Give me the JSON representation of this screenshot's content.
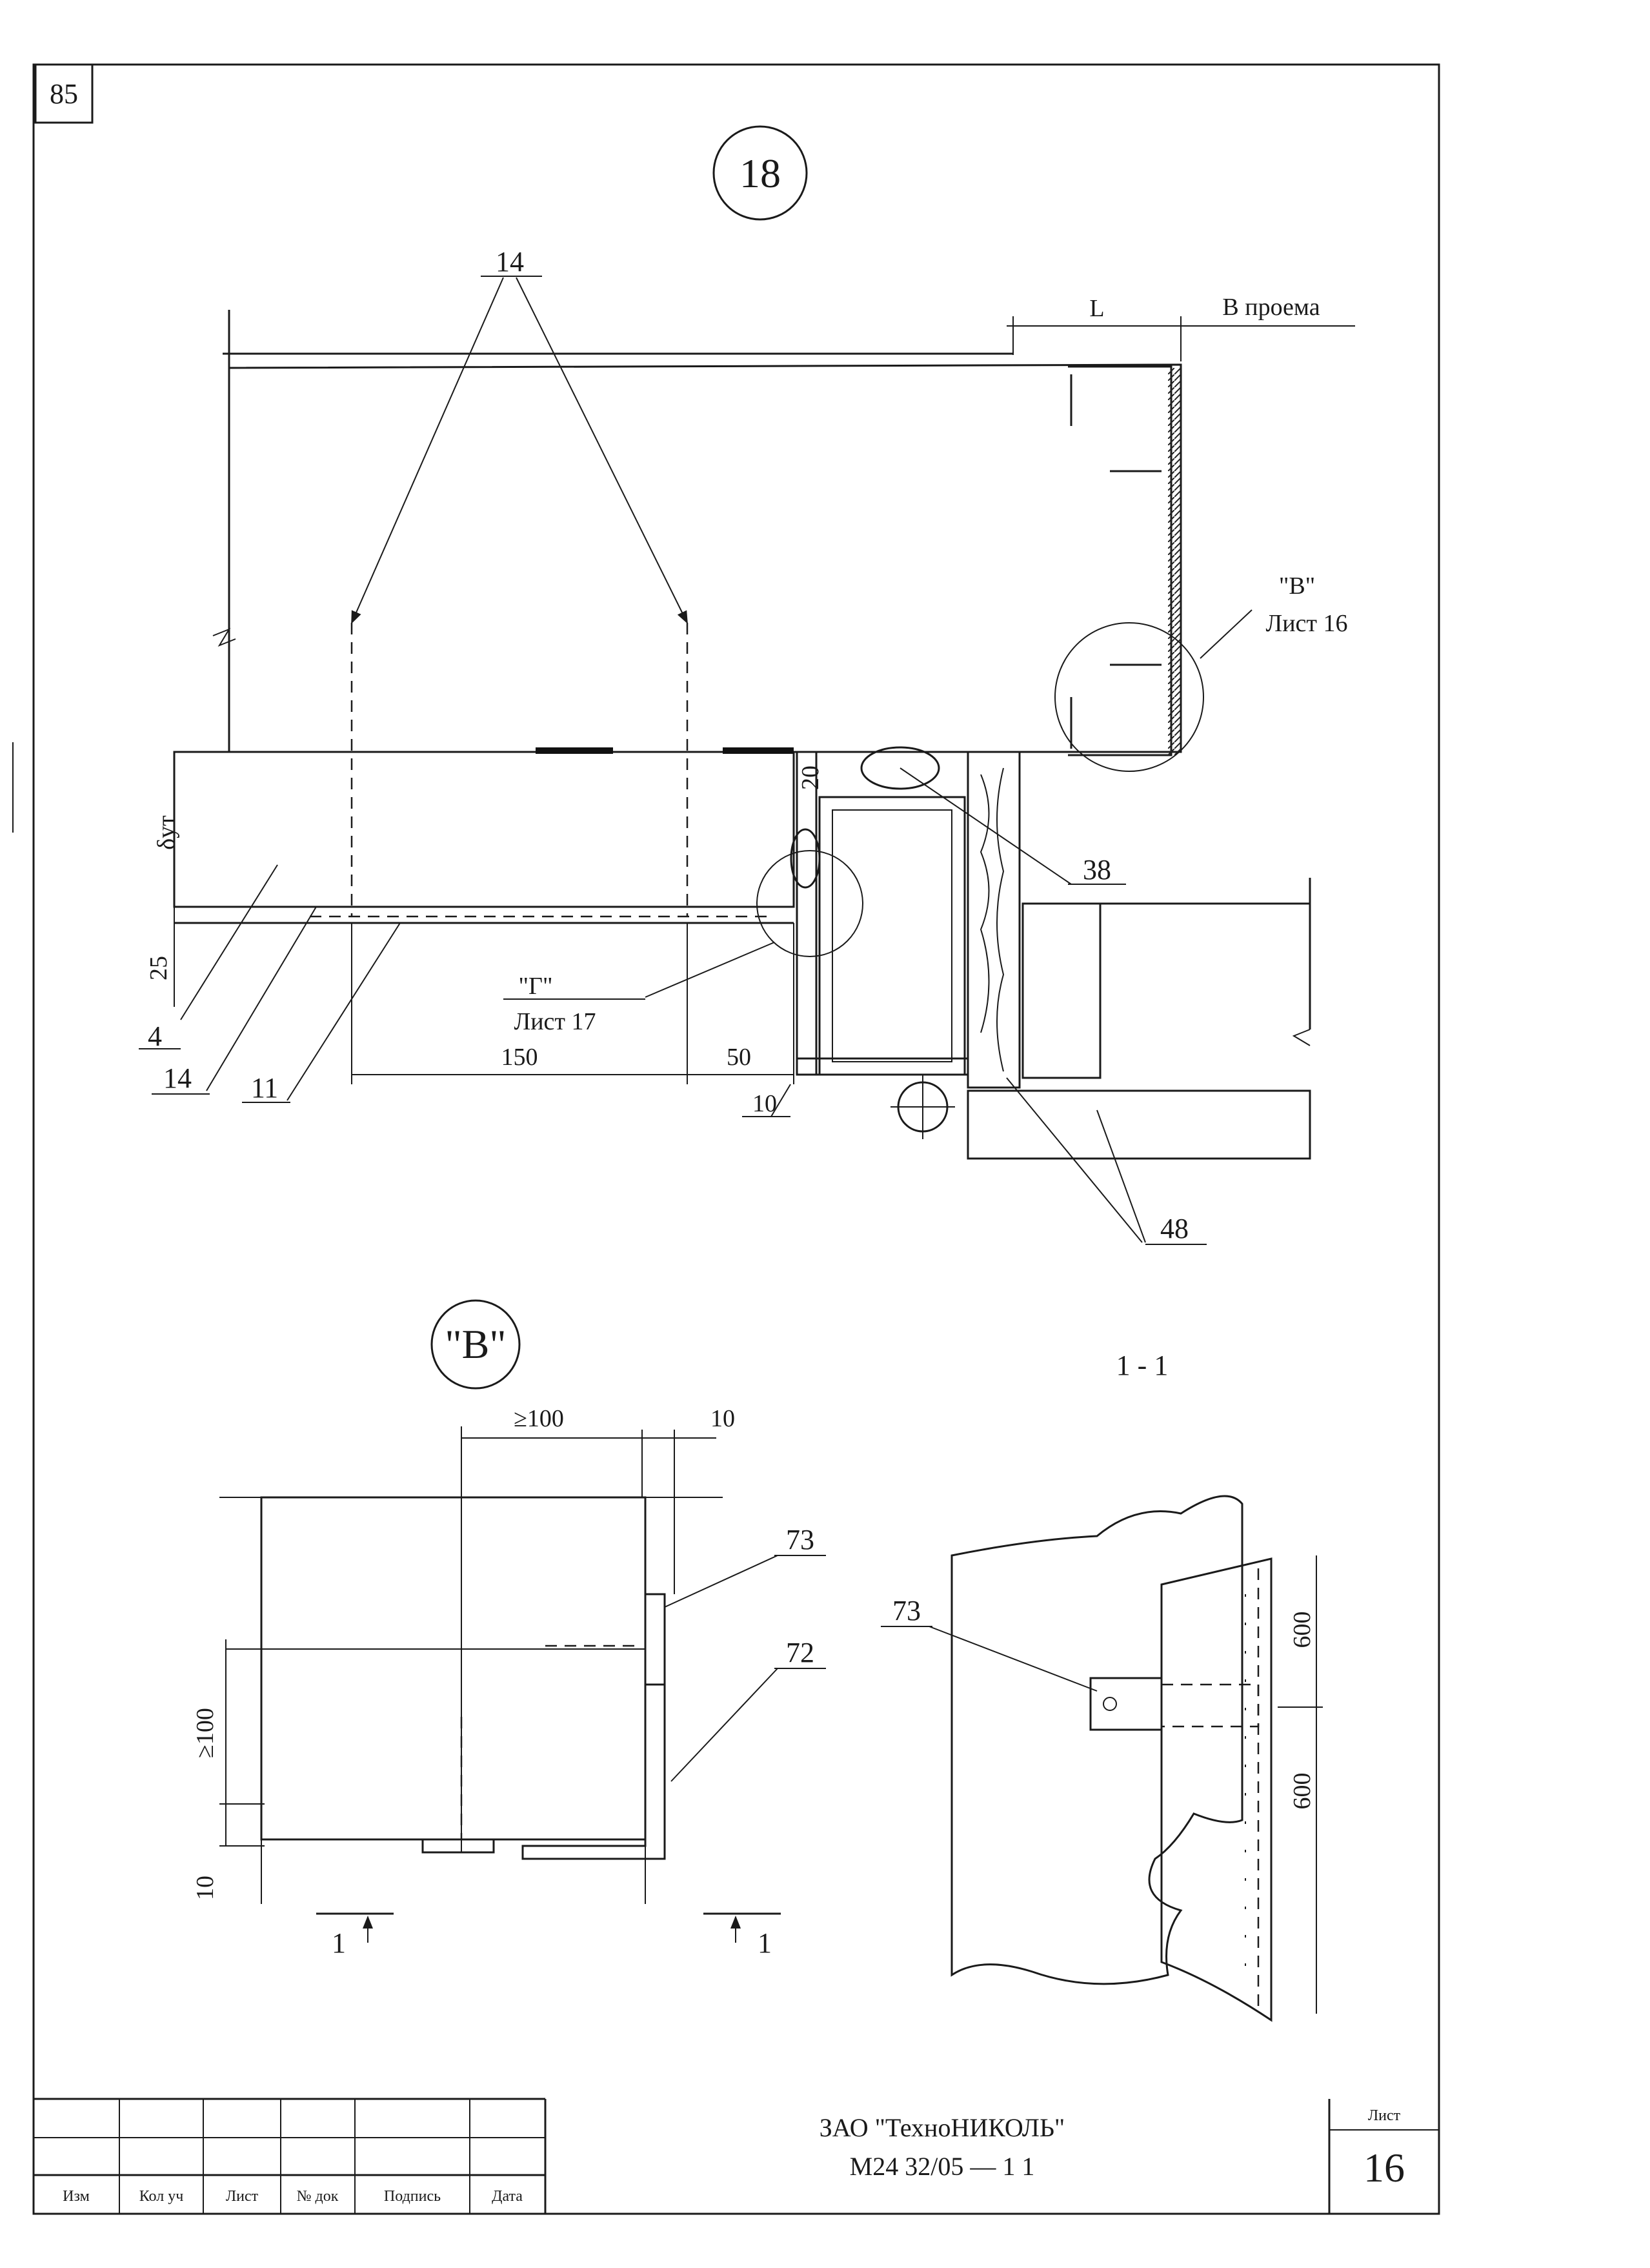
{
  "page_number": "85",
  "detail_main": {
    "number": "18",
    "callouts": {
      "c14_top": "14",
      "c38": "38",
      "c48": "48",
      "c4": "4",
      "c14_bottom": "14",
      "c11": "11"
    },
    "dims": {
      "L": "L",
      "v_proema": "В проема",
      "d20": "20",
      "d_insul": "δут",
      "d25": "25",
      "d150": "150",
      "d50": "50",
      "d10": "10"
    },
    "refs": {
      "ref_v_label": "\"В\"",
      "ref_v_sheet": "Лист 16",
      "ref_g_label": "\"Г\"",
      "ref_g_sheet": "Лист 17"
    }
  },
  "detail_v": {
    "title": "\"В\"",
    "dims": {
      "ge100_top": "≥100",
      "d10_top": "10",
      "ge100_left": "≥100",
      "d10_left": "10"
    },
    "callouts": {
      "c73": "73",
      "c72": "72"
    },
    "section_marks": [
      "1",
      "1"
    ]
  },
  "section_1_1": {
    "title": "1 - 1",
    "callout": "73",
    "dims": [
      "600",
      "600"
    ]
  },
  "title_block": {
    "columns": [
      "Изм",
      "Кол уч",
      "Лист",
      "№ док",
      "Подпись",
      "Дата"
    ],
    "company": "ЗАО \"ТехноНИКОЛЬ\"",
    "doc_code": "М24 32/05   —  1 1",
    "sheet_label": "Лист",
    "sheet_number": "16"
  }
}
